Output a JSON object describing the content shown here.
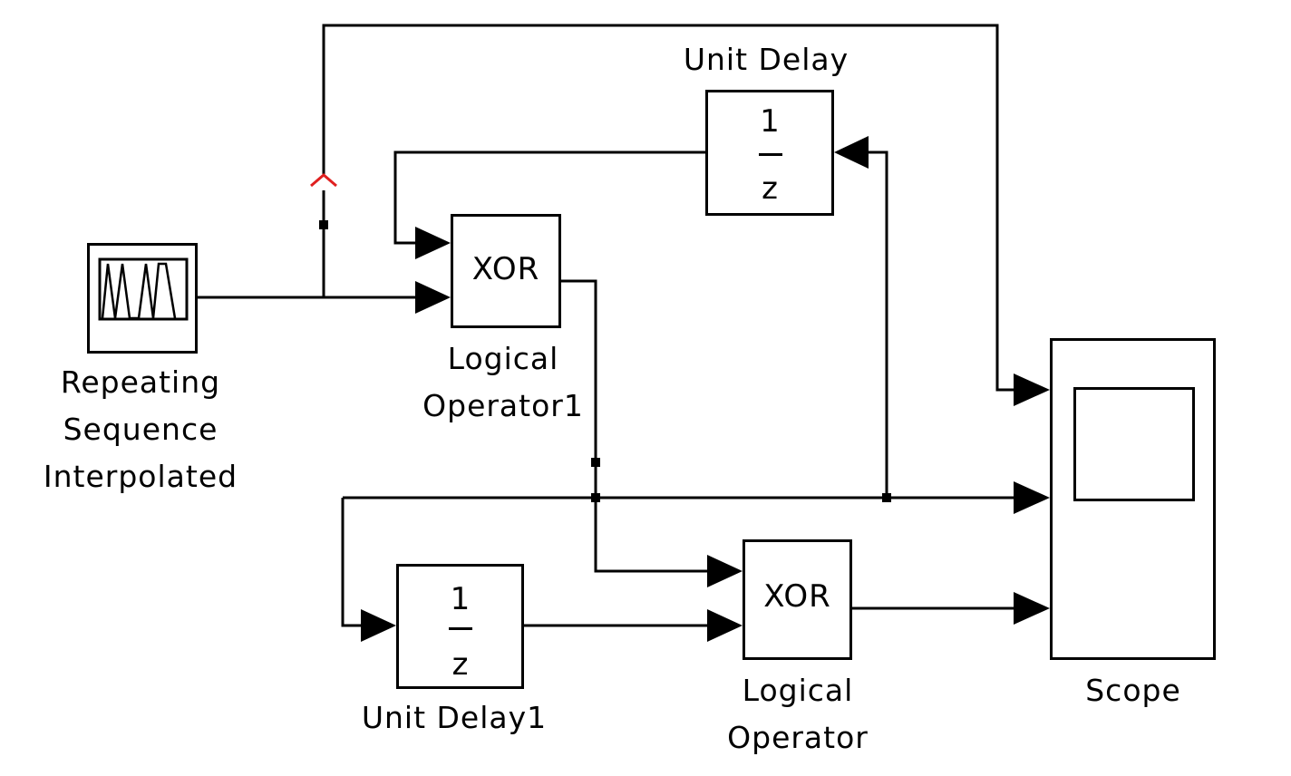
{
  "blocks": {
    "repeating_sequence": {
      "label_lines": [
        "Repeating",
        "Sequence",
        "Interpolated"
      ]
    },
    "unit_delay": {
      "label": "Unit Delay",
      "numerator": "1",
      "denominator": "z"
    },
    "unit_delay1": {
      "label": "Unit Delay1",
      "numerator": "1",
      "denominator": "z"
    },
    "logical_operator1": {
      "label_lines": [
        "Logical",
        "Operator1"
      ],
      "operator": "XOR"
    },
    "logical_operator": {
      "label_lines": [
        "Logical",
        "Operator"
      ],
      "operator": "XOR"
    },
    "scope": {
      "label": "Scope"
    }
  },
  "colors": {
    "line": "#000000",
    "crossover": "#e02020",
    "background": "#ffffff"
  }
}
